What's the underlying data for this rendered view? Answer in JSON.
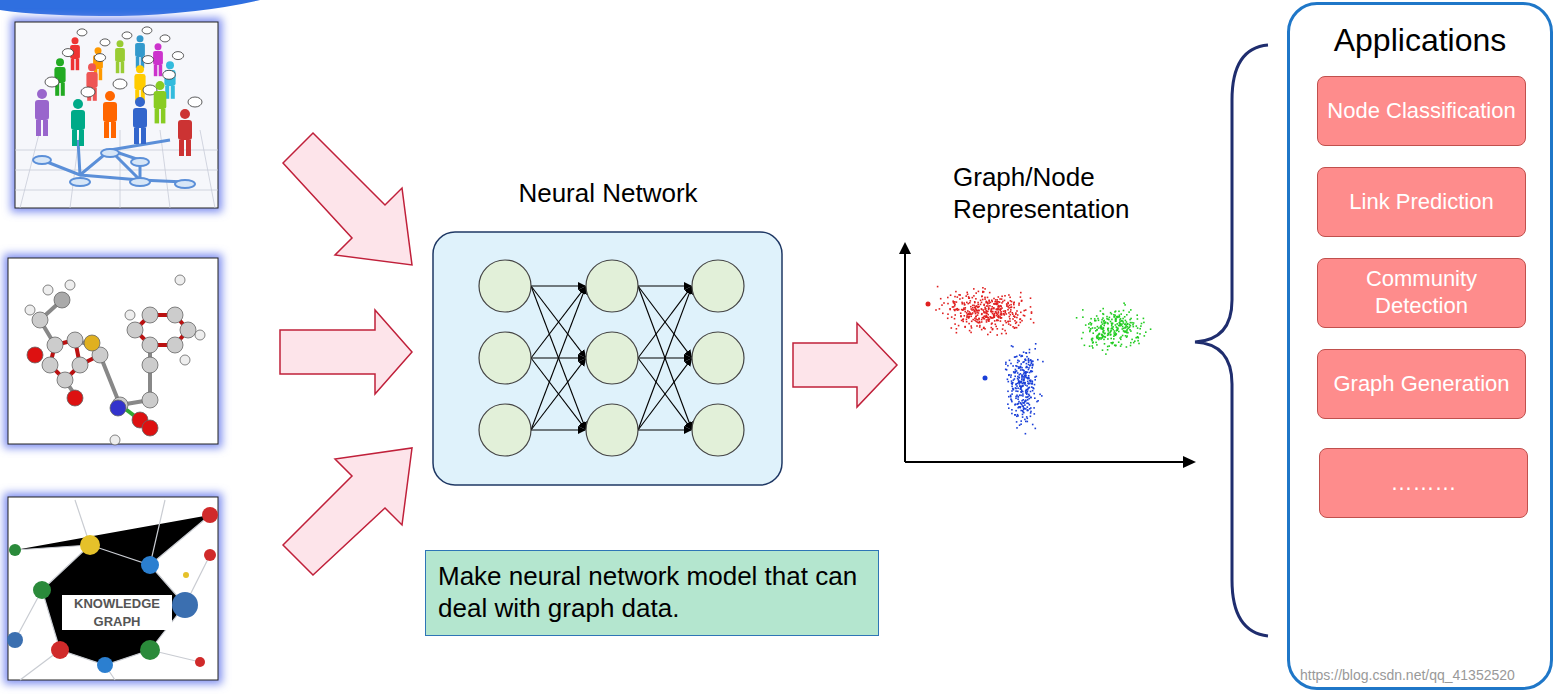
{
  "diagram": {
    "nodes": [
      {
        "text": [
          "Neural Network"
        ]
      },
      {
        "text": [
          "Graph/Node Representation"
        ]
      },
      {
        "text": [
          "Make neural network model that can deal with graph data."
        ]
      },
      {
        "text": [
          "Applications"
        ]
      },
      {
        "text": [
          "Node Classification"
        ],
        "in": 3
      },
      {
        "text": [
          "Link Prediction"
        ],
        "in": 3
      },
      {
        "text": [
          "Community Detection"
        ],
        "in": 3
      },
      {
        "text": [
          "Graph Generation"
        ],
        "in": 3
      },
      {
        "text": [
          "………"
        ],
        "in": 3
      }
    ],
    "edges": [
      {
        "from": 0,
        "to": 1,
        "arrow": "to"
      }
    ],
    "labels": [
      "KNOWLEDGE GRAPH",
      "https://blog.csdn.net/qq_41352520"
    ]
  }
}
